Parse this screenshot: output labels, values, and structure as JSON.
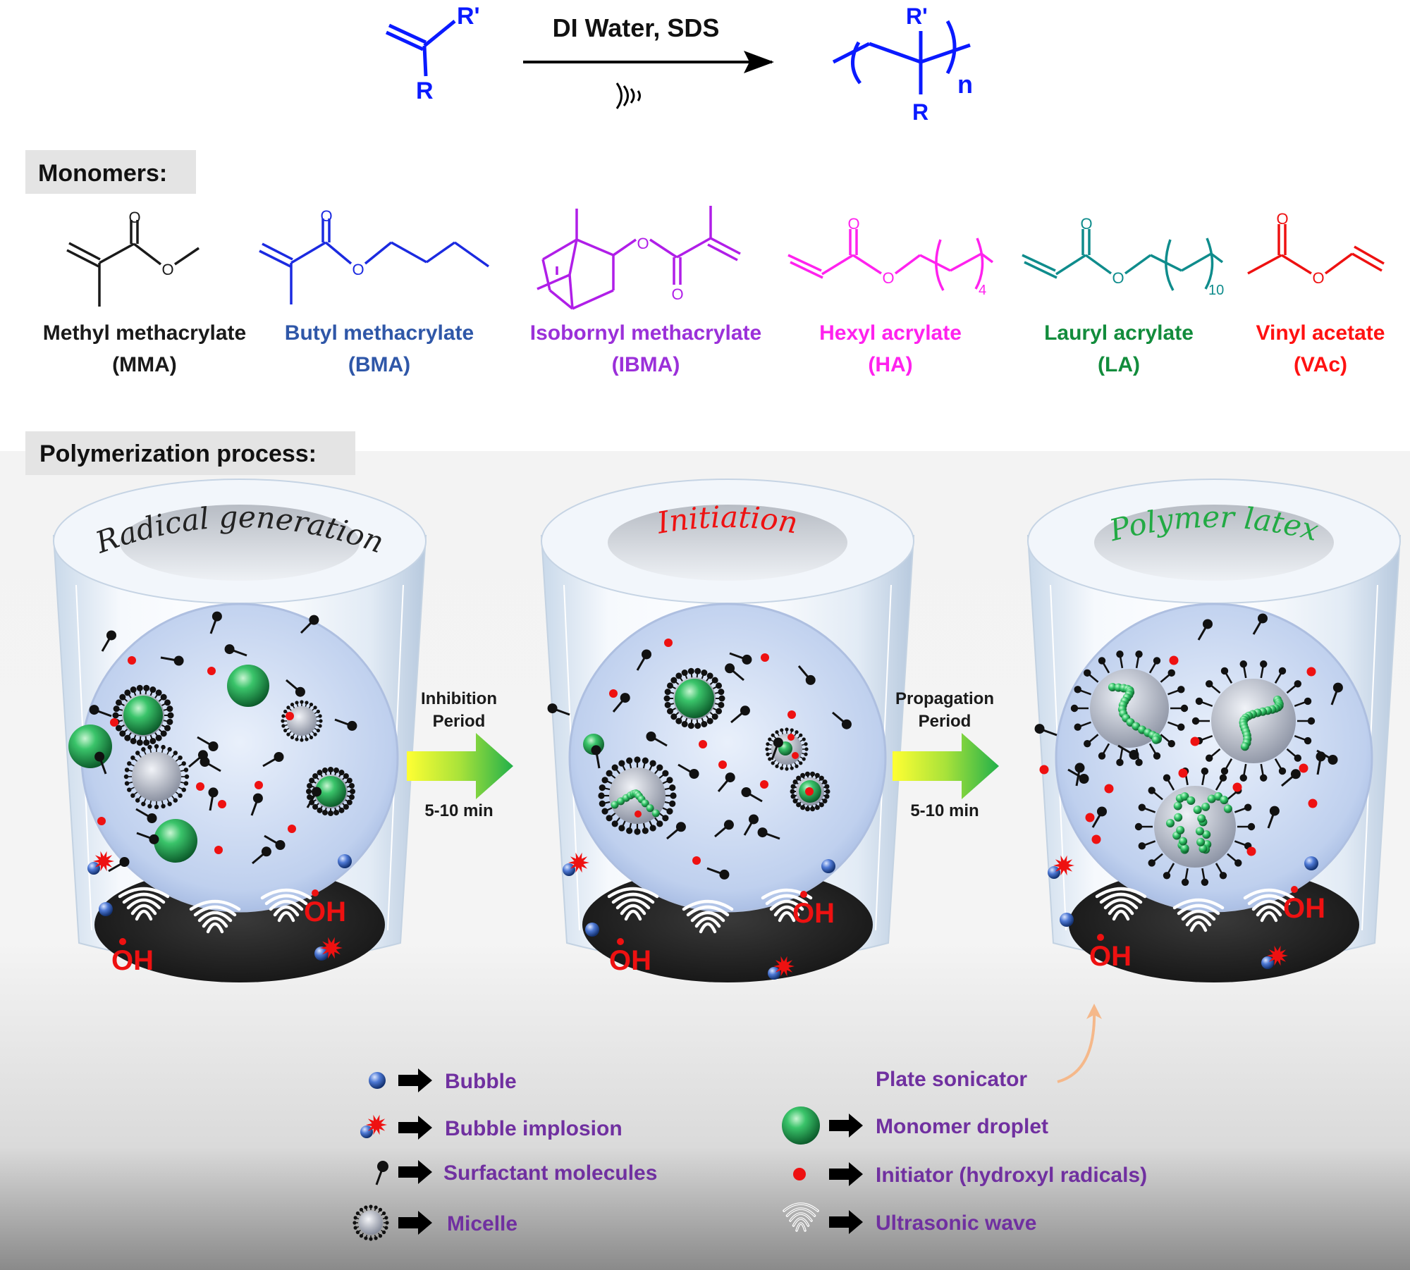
{
  "reaction": {
    "conditions": "DI Water,  SDS",
    "substituent_r_prime": "R'",
    "substituent_r": "R",
    "repeat_subscript": "n",
    "ultrasound_symbol": ")))",
    "color": "#0a1aff"
  },
  "sections": {
    "monomers_label": "Monomers:",
    "process_label": "Polymerization process:"
  },
  "monomers": [
    {
      "name": "Methyl methacrylate",
      "abbr": "(MMA)",
      "color": "#1a1a1a"
    },
    {
      "name": "Butyl methacrylate",
      "abbr": "(BMA)",
      "color": "#2f57a8"
    },
    {
      "name": "Isobornyl methacrylate",
      "abbr": "(IBMA)",
      "color": "#9b30d9"
    },
    {
      "name": "Hexyl acrylate",
      "abbr": "(HA)",
      "color": "#ff22ee"
    },
    {
      "name": "Lauryl acrylate",
      "abbr": "(LA)",
      "color": "#128c3c"
    },
    {
      "name": "Vinyl acetate",
      "abbr": "(VAc)",
      "color": "#ff1111"
    }
  ],
  "structure_labels": {
    "oxygen": "O",
    "hexyl_subscript": "4",
    "lauryl_subscript": "10"
  },
  "stages": [
    {
      "title": "Radical generation",
      "color": "#222222"
    },
    {
      "title": "Initiation",
      "color": "#ee1111"
    },
    {
      "title": "Polymer latex",
      "color": "#22aa44"
    }
  ],
  "transitions": [
    {
      "label_line1": "Inhibition",
      "label_line2": "Period",
      "time": "5-10 min"
    },
    {
      "label_line1": "Propagation",
      "label_line2": "Period",
      "time": "5-10 min"
    }
  ],
  "radical_label": "OH",
  "plate_label": "Plate sonicator",
  "legend": [
    {
      "icon": "bubble",
      "label": "Bubble"
    },
    {
      "icon": "implosion",
      "label": "Bubble implosion"
    },
    {
      "icon": "surfactant",
      "label": "Surfactant molecules"
    },
    {
      "icon": "micelle",
      "label": "Micelle"
    },
    {
      "icon": "droplet",
      "label": "Monomer droplet"
    },
    {
      "icon": "initiator",
      "label": "Initiator  (hydroxyl radicals)"
    },
    {
      "icon": "wave",
      "label": "Ultrasonic  wave"
    }
  ],
  "colors": {
    "legend_text": "#7030a0",
    "droplet": "#1fa64a",
    "radical": "#ee1111",
    "bubble": "#2a4fa8"
  }
}
